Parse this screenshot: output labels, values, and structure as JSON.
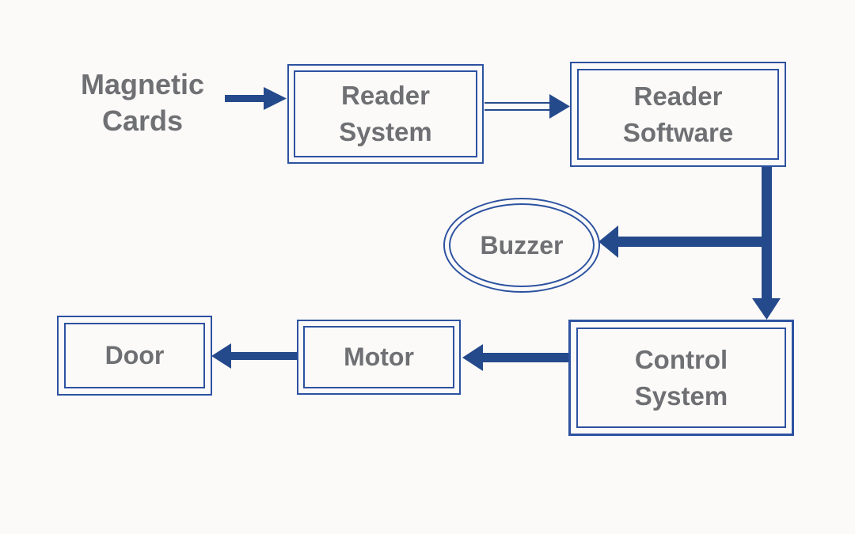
{
  "diagram": {
    "type": "flowchart",
    "background_color": "#fbfaf9",
    "colors": {
      "node_border": "#2d52a0",
      "arrow": "#254a8b",
      "label_text": "#6f7073"
    },
    "nodes": {
      "magnetic_cards": {
        "label": "Magnetic\nCards",
        "shape": "plain-text"
      },
      "reader_system": {
        "label": "Reader\nSystem",
        "shape": "double-rectangle"
      },
      "reader_software": {
        "label": "Reader\nSoftware",
        "shape": "double-rectangle"
      },
      "buzzer": {
        "label": "Buzzer",
        "shape": "double-ellipse"
      },
      "control_system": {
        "label": "Control\nSystem",
        "shape": "double-rectangle"
      },
      "motor": {
        "label": "Motor",
        "shape": "double-rectangle"
      },
      "door": {
        "label": "Door",
        "shape": "double-rectangle"
      }
    },
    "edges": [
      {
        "from": "magnetic_cards",
        "to": "reader_system",
        "style": "thick-solid-arrow",
        "direction": "right"
      },
      {
        "from": "reader_system",
        "to": "reader_software",
        "style": "thin-open-arrow",
        "direction": "right"
      },
      {
        "from": "reader_software",
        "to": "buzzer",
        "style": "thick-solid-arrow",
        "direction": "down-then-left"
      },
      {
        "from": "reader_software",
        "to": "control_system",
        "style": "thick-solid-arrow",
        "direction": "down"
      },
      {
        "from": "control_system",
        "to": "motor",
        "style": "thick-solid-arrow",
        "direction": "left"
      },
      {
        "from": "motor",
        "to": "door",
        "style": "thick-solid-arrow",
        "direction": "left"
      }
    ]
  }
}
